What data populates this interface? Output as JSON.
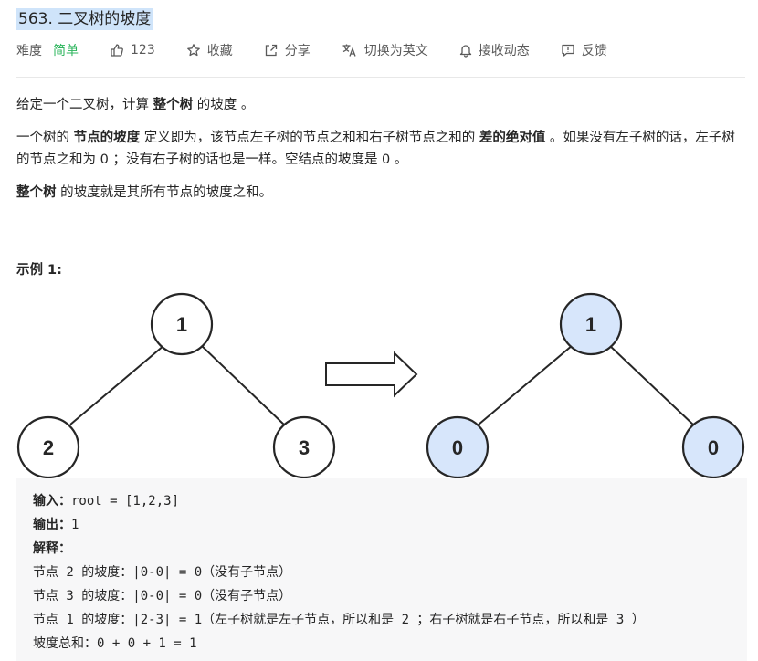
{
  "problem": {
    "title": "563. 二叉树的坡度",
    "difficulty_label": "难度",
    "difficulty": "简单",
    "likes": "123",
    "actions": {
      "collect": "收藏",
      "share": "分享",
      "switch_lang": "切换为英文",
      "subscribe": "接收动态",
      "feedback": "反馈"
    }
  },
  "description": {
    "p1_a": "给定一个二叉树，计算 ",
    "p1_b": "整个树",
    "p1_c": " 的坡度 。",
    "p2_a": "一个树的 ",
    "p2_b": "节点的坡度",
    "p2_c": " 定义即为，该节点左子树的节点之和和右子树节点之和的 ",
    "p2_d": "差的绝对值",
    "p2_e": " 。如果没有左子树的话，左子树的节点之和为 0 ；没有右子树的话也是一样。空结点的坡度是 0 。",
    "p3_a": "整个树",
    "p3_b": " 的坡度就是其所有节点的坡度之和。"
  },
  "example": {
    "title": "示例 1:",
    "input_tree": {
      "root": "1",
      "left": "2",
      "right": "3"
    },
    "output_tree": {
      "root": "1",
      "left": "0",
      "right": "0"
    },
    "input_label": "输入：",
    "input_value": "root = [1,2,3]",
    "output_label": "输出：",
    "output_value": "1",
    "explain_label": "解释：",
    "lines": [
      "节点 2 的坡度：|0-0| = 0（没有子节点）",
      "节点 3 的坡度：|0-0| = 0（没有子节点）",
      "节点 1 的坡度：|2-3| = 1（左子树就是左子节点，所以和是 2 ；右子树就是右子节点，所以和是 3 ）",
      "坡度总和：0 + 0 + 1 = 1"
    ]
  },
  "colors": {
    "accent_easy": "#2db55d",
    "title_highlight": "#cfe4fa",
    "node_highlight": "#d7e6fb"
  },
  "icons": [
    "thumbs-up-icon",
    "star-icon",
    "share-icon",
    "translate-icon",
    "bell-icon",
    "feedback-icon"
  ]
}
